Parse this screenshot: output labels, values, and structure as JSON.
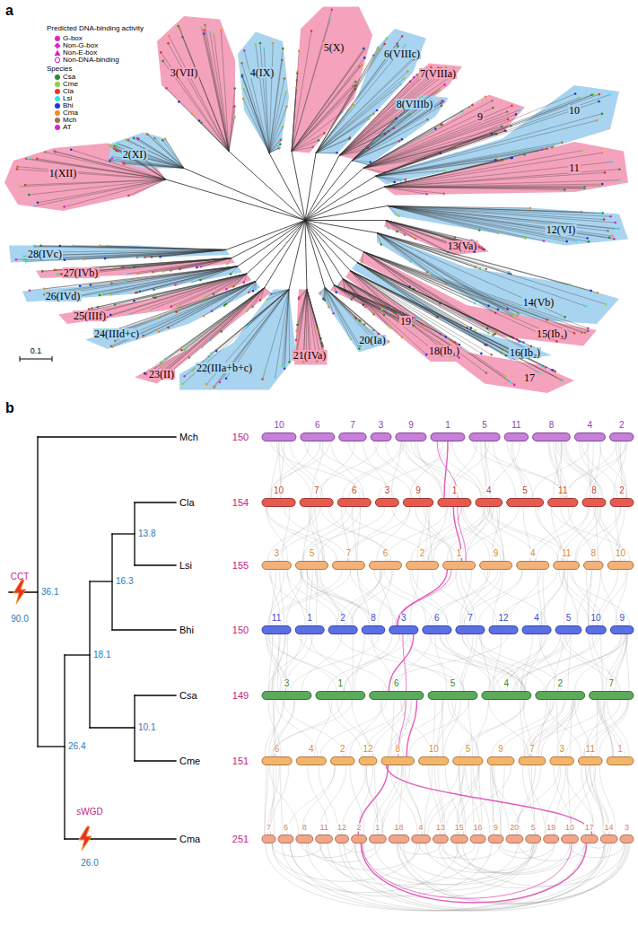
{
  "diagram": {
    "labels": [
      "a",
      "Predicted DNA-binding activity",
      "Species",
      "1(XII)",
      "2(XI)",
      "3(VII)",
      "4(IX)",
      "5(X)",
      "6(VIIIc)",
      "7(VIIIa)",
      "8(VIIIb)",
      "9",
      "10",
      "11",
      "12(VI)",
      "13(Va)",
      "14(Vb)",
      "15(Ib₃)",
      "16(Ib₂)",
      "17",
      "18(Ib₁)",
      "19",
      "20(Ia)",
      "21(IVa)",
      "22(IIIa+b+c)",
      "23(II)",
      "24(IIId+c)",
      "25(IIIf)",
      "26(IVd)",
      "27(IVb)",
      "28(IVc)",
      "0.1",
      "b",
      "CCT",
      "90.0",
      "36.1",
      "13.8",
      "16.3",
      "18.1",
      "10.1",
      "26.4",
      "sWGD",
      "26.0",
      "Mch",
      "Cla",
      "Lsi",
      "Bhi",
      "Csa",
      "Cme",
      "Cma",
      "150",
      "154",
      "155",
      "150",
      "149",
      "151",
      "251",
      "10",
      "6",
      "7",
      "3",
      "9",
      "1",
      "5",
      "11",
      "8",
      "4",
      "2",
      "10",
      "7",
      "6",
      "3",
      "9",
      "1",
      "4",
      "5",
      "11",
      "8",
      "2",
      "3",
      "5",
      "7",
      "6",
      "2",
      "1",
      "9",
      "4",
      "11",
      "8",
      "10",
      "11",
      "1",
      "2",
      "8",
      "3",
      "6",
      "7",
      "12",
      "4",
      "5",
      "10",
      "9",
      "3",
      "1",
      "6",
      "5",
      "4",
      "2",
      "7",
      "6",
      "4",
      "2",
      "12",
      "8",
      "10",
      "5",
      "9",
      "7",
      "3",
      "11",
      "1",
      "7",
      "6",
      "8",
      "11",
      "12",
      "2",
      "1",
      "18",
      "4",
      "13",
      "15",
      "16",
      "9",
      "20",
      "5",
      "19",
      "10",
      "17",
      "14",
      "3"
    ],
    "legend": [
      {
        "text": "G-box"
      },
      {
        "text": "Non-G-box"
      },
      {
        "text": "Non-E-box"
      },
      {
        "text": "Non-DNA-binding"
      },
      {
        "text": "Csa",
        "color": "#2e8b2e"
      },
      {
        "text": "Cme",
        "color": "#8fd13f"
      },
      {
        "text": "Cla",
        "color": "#e8342a"
      },
      {
        "text": "Lsi",
        "color": "#33e0f0"
      },
      {
        "text": "Bhi",
        "color": "#1f35d6"
      },
      {
        "text": "Cma",
        "color": "#f28c1e"
      },
      {
        "text": "Mch",
        "color": "#a0724a"
      },
      {
        "text": "AT",
        "color": "#e020d0"
      }
    ]
  }
}
